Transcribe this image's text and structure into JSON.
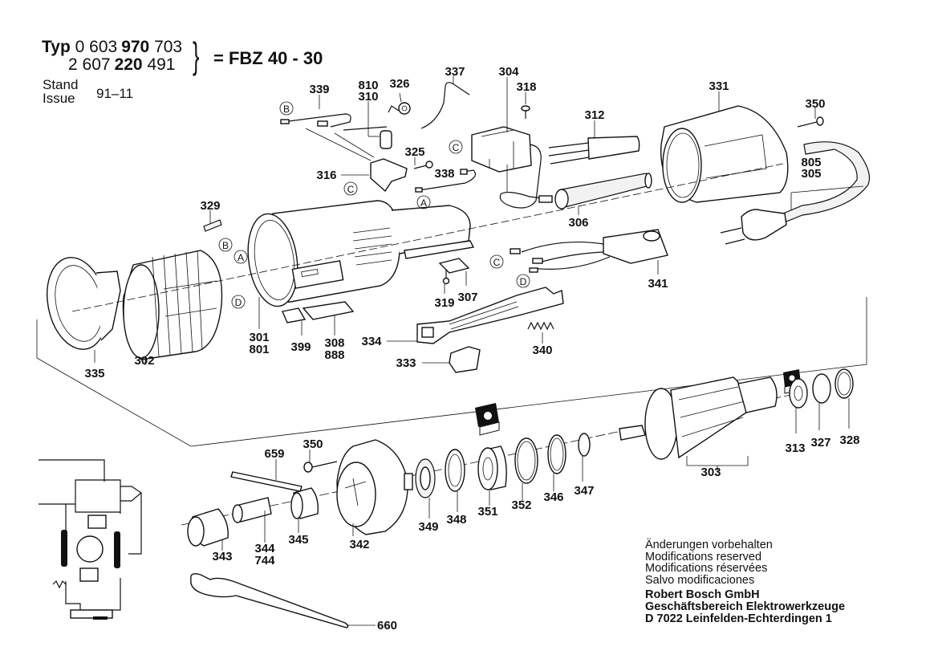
{
  "header": {
    "typ_label": "Typ",
    "part_numbers": [
      {
        "prefix": "0 603",
        "bold": "970",
        "suffix": "703"
      },
      {
        "prefix": "2 607",
        "bold": "220",
        "suffix": "491"
      }
    ],
    "model": "= FBZ 40 - 30",
    "stand_label": "Stand",
    "issue_label": "Issue",
    "issue_value": "91–11"
  },
  "footer": {
    "notices": [
      "Änderungen vorbehalten",
      "Modifications reserved",
      "Modifications réservées",
      "Salvo modificaciones"
    ],
    "company": [
      "Robert Bosch GmbH",
      "Geschäftsbereich Elektrowerkzeuge",
      "D 7022 Leinfelden-Echterdingen 1"
    ]
  },
  "connector_markers": [
    "A",
    "B",
    "C",
    "D"
  ],
  "parts": {
    "p339": "339",
    "p810": "810",
    "p310": "310",
    "p326": "326",
    "p337": "337",
    "p304": "304",
    "p318": "318",
    "p312": "312",
    "p331": "331",
    "p350a": "350",
    "p325": "325",
    "p316": "316",
    "p338": "338",
    "p805": "805",
    "p305": "305",
    "p306": "306",
    "p329": "329",
    "p341": "341",
    "p319": "319",
    "p307": "307",
    "p301": "301",
    "p801": "801",
    "p302": "302",
    "p335": "335",
    "p399": "399",
    "p308": "308",
    "p888": "888",
    "p334": "334",
    "p333": "333",
    "p340": "340",
    "p659": "659",
    "p350b": "350",
    "p313": "313",
    "p327": "327",
    "p328": "328",
    "p303": "303",
    "p349": "349",
    "p348": "348",
    "p351": "351",
    "p352": "352",
    "p346": "346",
    "p347": "347",
    "p343": "343",
    "p344": "344",
    "p744": "744",
    "p345": "345",
    "p342": "342",
    "p660": "660"
  }
}
